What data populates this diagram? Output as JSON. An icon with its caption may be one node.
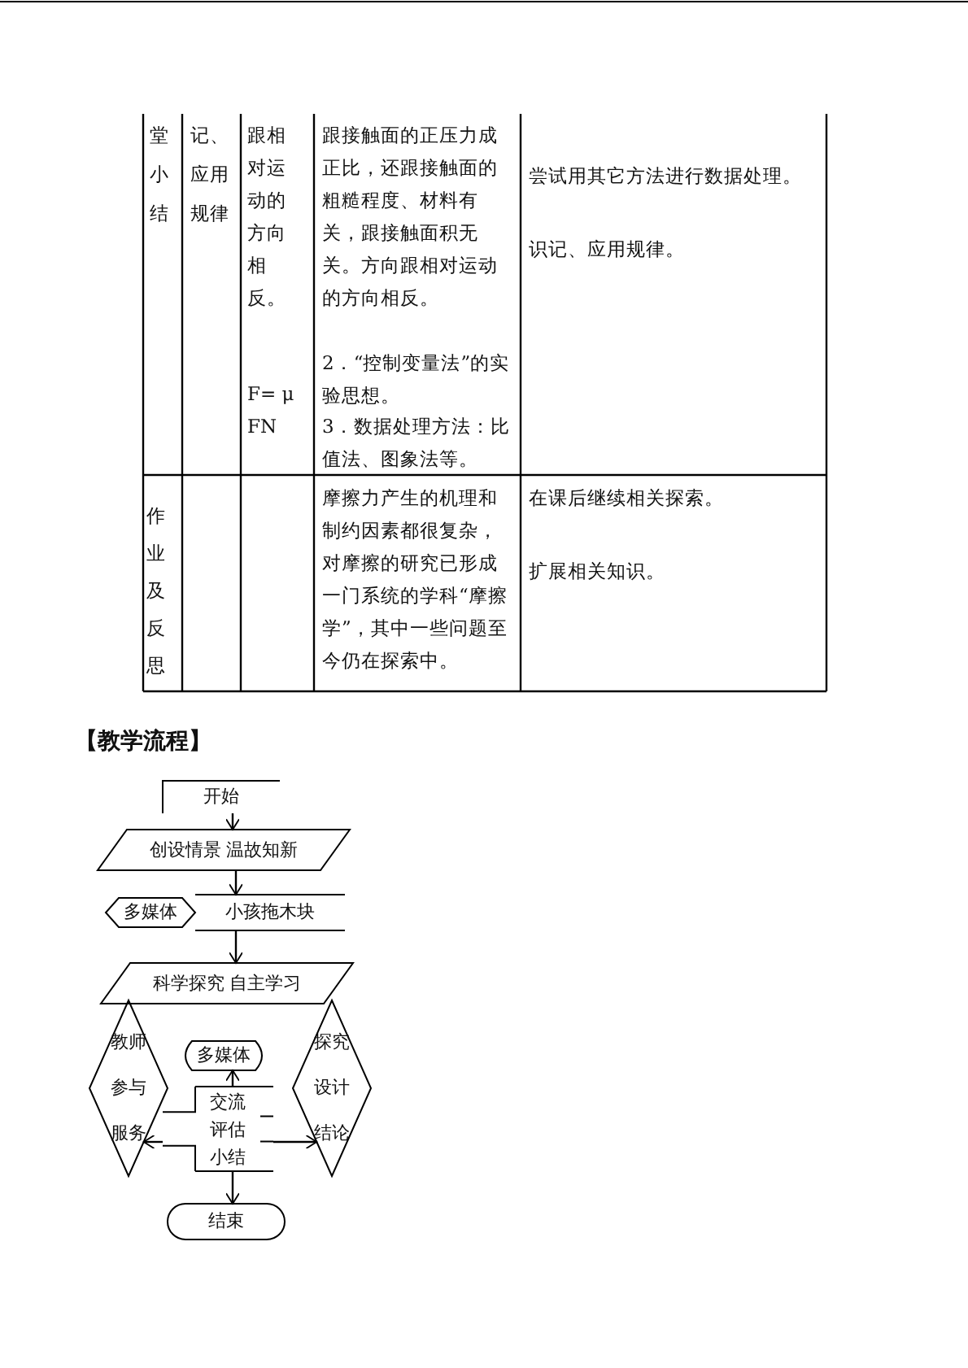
{
  "diagram": {
    "title": "【教学流程】",
    "nodes": [
      {
        "text": [
          "开始"
        ]
      },
      {
        "text": [
          "创设情景 温故知新"
        ]
      },
      {
        "text": [
          "多媒体"
        ]
      },
      {
        "text": [
          "小孩拖木块"
        ]
      },
      {
        "text": [
          "科学探究 自主学习"
        ]
      },
      {
        "text": [
          "教师参与服务"
        ]
      },
      {
        "text": [
          "多媒体"
        ]
      },
      {
        "text": [
          "交流评估小结"
        ]
      },
      {
        "text": [
          "探究设计结论"
        ]
      },
      {
        "text": [
          "结束"
        ]
      }
    ],
    "edges": [
      {
        "from": 0,
        "to": 1,
        "arrow": "to"
      },
      {
        "from": 1,
        "to": 3,
        "arrow": "to"
      },
      {
        "from": 3,
        "to": 4,
        "arrow": "to"
      },
      {
        "from": 7,
        "to": 6,
        "arrow": "to"
      },
      {
        "from": 7,
        "to": 5,
        "arrow": "to"
      },
      {
        "from": 7,
        "to": 8,
        "arrow": "to"
      },
      {
        "from": 7,
        "to": 9,
        "arrow": "to"
      }
    ],
    "labels": [
      "堂小结",
      "记、应用规律",
      "跟相对运动的方向相反。",
      "F= μ FN",
      "跟接触面的正压力成正比，还跟接触面的粗糙程度、材料有关，跟接触面积无关。方向跟相对运动的方向相反。",
      "2．“控制变量法”的实验思想。",
      "3．数据处理方法：比值法、图象法等。",
      "尝试用其它方法进行数据处理。",
      "识记、应用规律。",
      "作业及反思",
      "摩擦力产生的机理和制约因素都很复杂，对摩擦的研究已形成一门系统的学科“摩擦学”，其中一些问题至今仍在探索中。",
      "在课后继续相关探索。",
      "扩展相关知识。"
    ]
  }
}
